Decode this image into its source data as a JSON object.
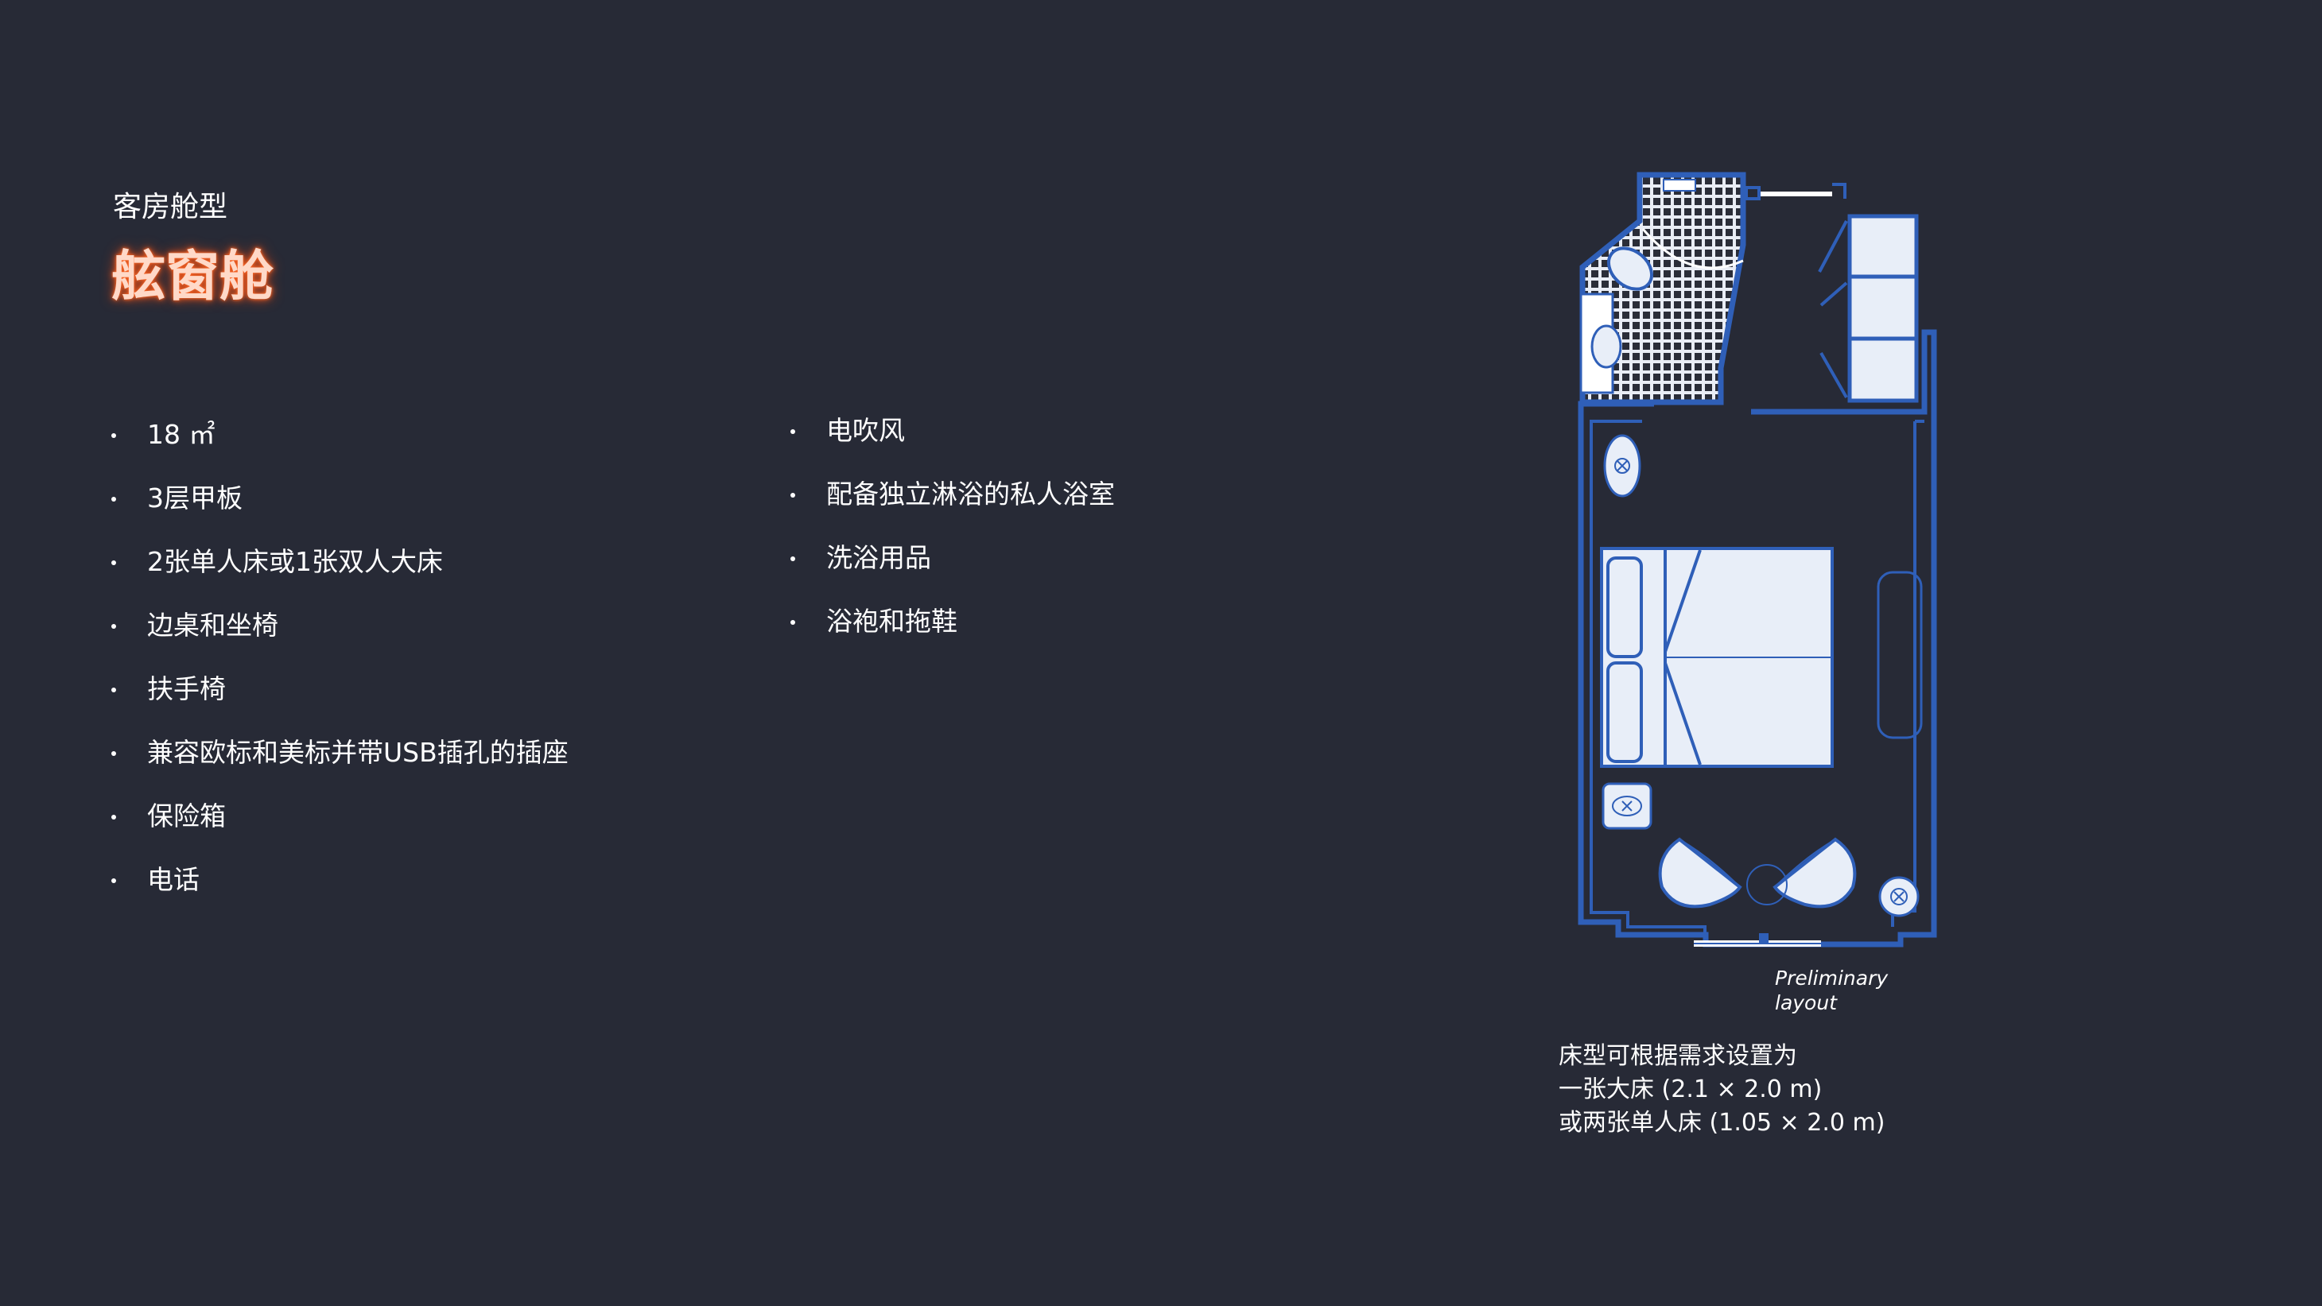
{
  "header": {
    "subtitle": "客房舱型",
    "title": "舷窗舱"
  },
  "features": {
    "left": [
      "18 ㎡",
      "3层甲板",
      "2张单人床或1张双人大床",
      "边桌和坐椅",
      "扶手椅",
      "兼容欧标和美标并带USB插孔的插座",
      "保险箱",
      "电话"
    ],
    "right": [
      "电吹风",
      "配备独立淋浴的私人浴室",
      "洗浴用品",
      "浴袍和拖鞋"
    ]
  },
  "floorplan": {
    "caption": "Preliminary layout",
    "caption_lines": [
      "Preliminary",
      "layout"
    ],
    "line_color": "#2f5fb8",
    "fill_color": "#e8eef8"
  },
  "bed_note": {
    "lines": [
      "床型可根据需求设置为",
      "一张大床 (2.1 × 2.0 m)",
      "或两张单人床 (1.05 × 2.0 m)"
    ]
  },
  "colors": {
    "background": "#272a36",
    "title_glow": "#f05a1e",
    "text": "#ffffff"
  }
}
